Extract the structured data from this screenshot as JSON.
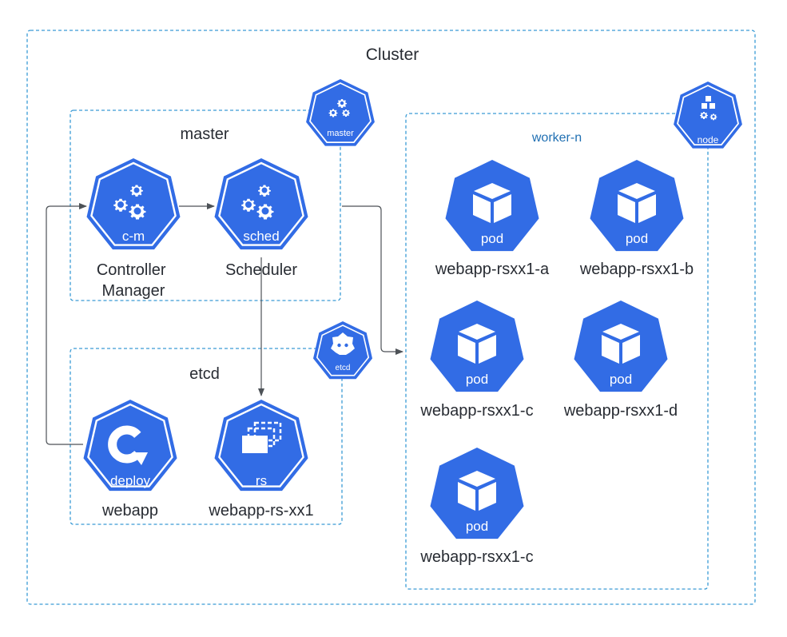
{
  "cluster": {
    "label": "Cluster"
  },
  "master": {
    "label": "master",
    "badge": "master",
    "components": [
      {
        "icon": "c-m",
        "name_lines": [
          "Controller",
          "Manager"
        ]
      },
      {
        "icon": "sched",
        "name_lines": [
          "Scheduler"
        ]
      }
    ]
  },
  "etcd": {
    "label": "etcd",
    "badge": "etcd",
    "components": [
      {
        "icon": "deploy",
        "name": "webapp"
      },
      {
        "icon": "rs",
        "name": "webapp-rs-xx1"
      }
    ]
  },
  "worker": {
    "label": "worker-n",
    "badge": "node",
    "pods": [
      {
        "icon": "pod",
        "name": "webapp-rsxx1-a"
      },
      {
        "icon": "pod",
        "name": "webapp-rsxx1-b"
      },
      {
        "icon": "pod",
        "name": "webapp-rsxx1-c"
      },
      {
        "icon": "pod",
        "name": "webapp-rsxx1-d"
      },
      {
        "icon": "pod",
        "name": "webapp-rsxx1-c"
      }
    ]
  },
  "colors": {
    "k8s_blue": "#326ce5",
    "boundary": "#3a9bd5",
    "worker_label": "#1f6fb2",
    "text": "#282c33",
    "arrow": "#4d5257"
  }
}
